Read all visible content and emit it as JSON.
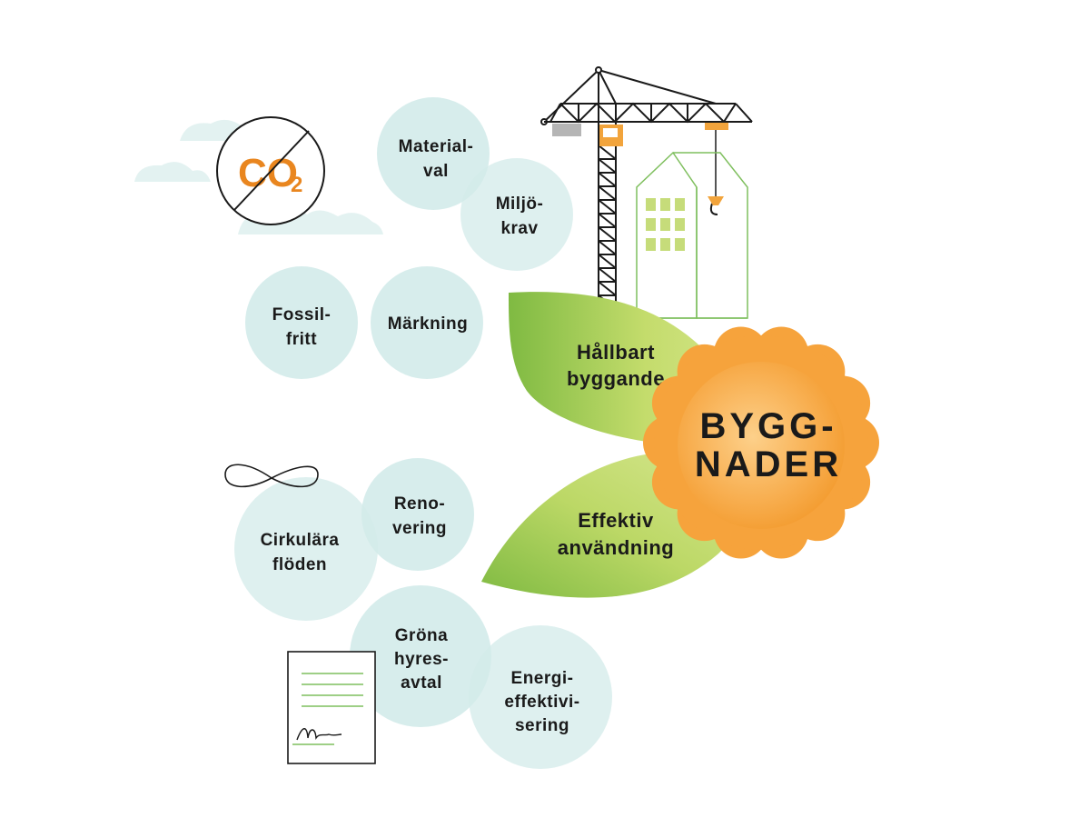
{
  "colors": {
    "bubble": "#d3ebea",
    "bubble_overlap": "#b9dedd",
    "leaf_dark": "#7fba42",
    "leaf_light": "#cfe08a",
    "flower_outer": "#f6a33c",
    "flower_inner": "#fbbf63",
    "accent_orange": "#e9861f",
    "building_green": "#7fbf5e",
    "window_green": "#c6dc7a",
    "crane_black": "#1a1a1a",
    "cloud": "#e3f2f1"
  },
  "co2": {
    "main": "CO",
    "sub": "2"
  },
  "flower": {
    "line1": "BYGG-",
    "line2": "NADER"
  },
  "leaves": {
    "top": {
      "line1": "Hållbart",
      "line2": "byggande"
    },
    "bottom": {
      "line1": "Effektiv",
      "line2": "användning"
    }
  },
  "bubbles": {
    "materialval": {
      "line1": "Material-",
      "line2": "val"
    },
    "miljokrav": {
      "line1": "Miljö-",
      "line2": "krav"
    },
    "fossilfritt": {
      "line1": "Fossil-",
      "line2": "fritt"
    },
    "markning": {
      "line1": "Märkning"
    },
    "renovering": {
      "line1": "Reno-",
      "line2": "vering"
    },
    "cirkulara": {
      "line1": "Cirkulära",
      "line2": "flöden"
    },
    "grona": {
      "line1": "Gröna",
      "line2": "hyres-",
      "line3": "avtal"
    },
    "energi": {
      "line1": "Energi-",
      "line2": "effektivi-",
      "line3": "sering"
    }
  },
  "icons": {
    "co2": "no-co2-icon",
    "infinity": "infinity-icon",
    "contract": "contract-document-icon",
    "crane": "construction-crane-icon",
    "building": "building-icon",
    "flower": "flower-icon"
  }
}
